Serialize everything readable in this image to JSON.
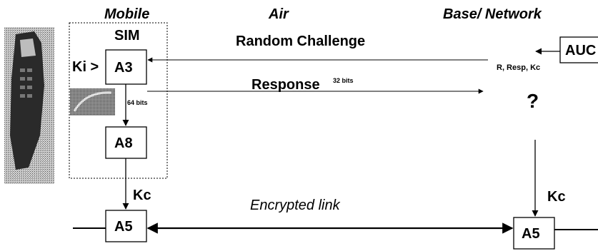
{
  "headers": {
    "mobile": "Mobile",
    "air": "Air",
    "base": "Base/ Network"
  },
  "sim_label": "SIM",
  "ki_label": "Ki >",
  "boxes": {
    "a3": "A3",
    "a8": "A8",
    "a5_mobile": "A5",
    "a5_base": "A5",
    "auc": "AUC"
  },
  "messages": {
    "random_challenge": "Random Challenge",
    "response": "Response",
    "response_bits": "32 bits",
    "key_bits": "64 bits",
    "auc_output": "R, Resp, Kc",
    "unknown": "?",
    "kc_mobile": "Kc",
    "kc_base": "Kc",
    "encrypted_link": "Encrypted link"
  }
}
